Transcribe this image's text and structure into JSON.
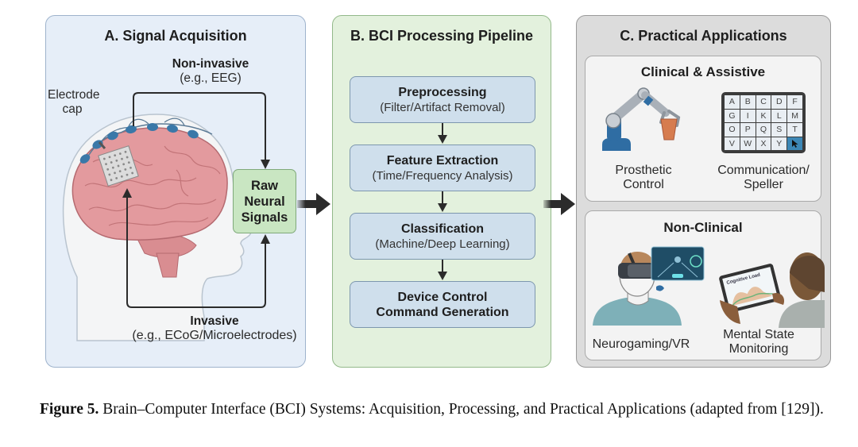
{
  "panels": {
    "a": {
      "title": "A. Signal Acquisition",
      "electrode_label_1": "Electrode",
      "electrode_label_2": "cap",
      "noninvasive_title": "Non-invasive",
      "noninvasive_sub": "(e.g., EEG)",
      "invasive_title": "Invasive",
      "invasive_sub": "(e.g., ECoG/Microelectrodes)",
      "raw_box": [
        "Raw",
        "Neural",
        "Signals"
      ]
    },
    "b": {
      "title": "B. BCI Processing Pipeline",
      "steps": [
        {
          "title": "Preprocessing",
          "sub": "(Filter/Artifact Removal)"
        },
        {
          "title": "Feature Extraction",
          "sub": "(Time/Frequency Analysis)"
        },
        {
          "title": "Classification",
          "sub": "(Machine/Deep Learning)"
        },
        {
          "title": "Device Control",
          "sub": "Command Generation"
        }
      ]
    },
    "c": {
      "title": "C. Practical Applications",
      "clinical": {
        "title": "Clinical & Assistive",
        "items": [
          {
            "line1": "Prosthetic",
            "line2": "Control"
          },
          {
            "line1": "Communication/",
            "line2": "Speller"
          }
        ],
        "speller_letters": [
          "A",
          "B",
          "C",
          "D",
          "F",
          "G",
          "I",
          "K",
          "L",
          "M",
          "O",
          "P",
          "Q",
          "S",
          "T",
          "V",
          "W",
          "X",
          "Y",
          ""
        ]
      },
      "nonclinical": {
        "title": "Non-Clinical",
        "items": [
          {
            "line1": "Neurogaming/VR",
            "line2": ""
          },
          {
            "line1": "Mental State",
            "line2": "Monitoring"
          }
        ],
        "tablet_label": "Cognitive Load"
      }
    }
  },
  "colors": {
    "panel_a_bg": "#e6eef8",
    "panel_b_bg": "#e3f1dd",
    "panel_c_bg": "#dcdcdc",
    "step_bg": "#cfdfec",
    "raw_box_bg": "#c9e6c2",
    "brain": "#e39a9e",
    "electrode": "#3a78a8"
  },
  "caption": {
    "label": "Figure 5.",
    "text": " Brain–Computer Interface (BCI) Systems: Acquisition, Processing, and Practical Applications (adapted from [129])."
  }
}
